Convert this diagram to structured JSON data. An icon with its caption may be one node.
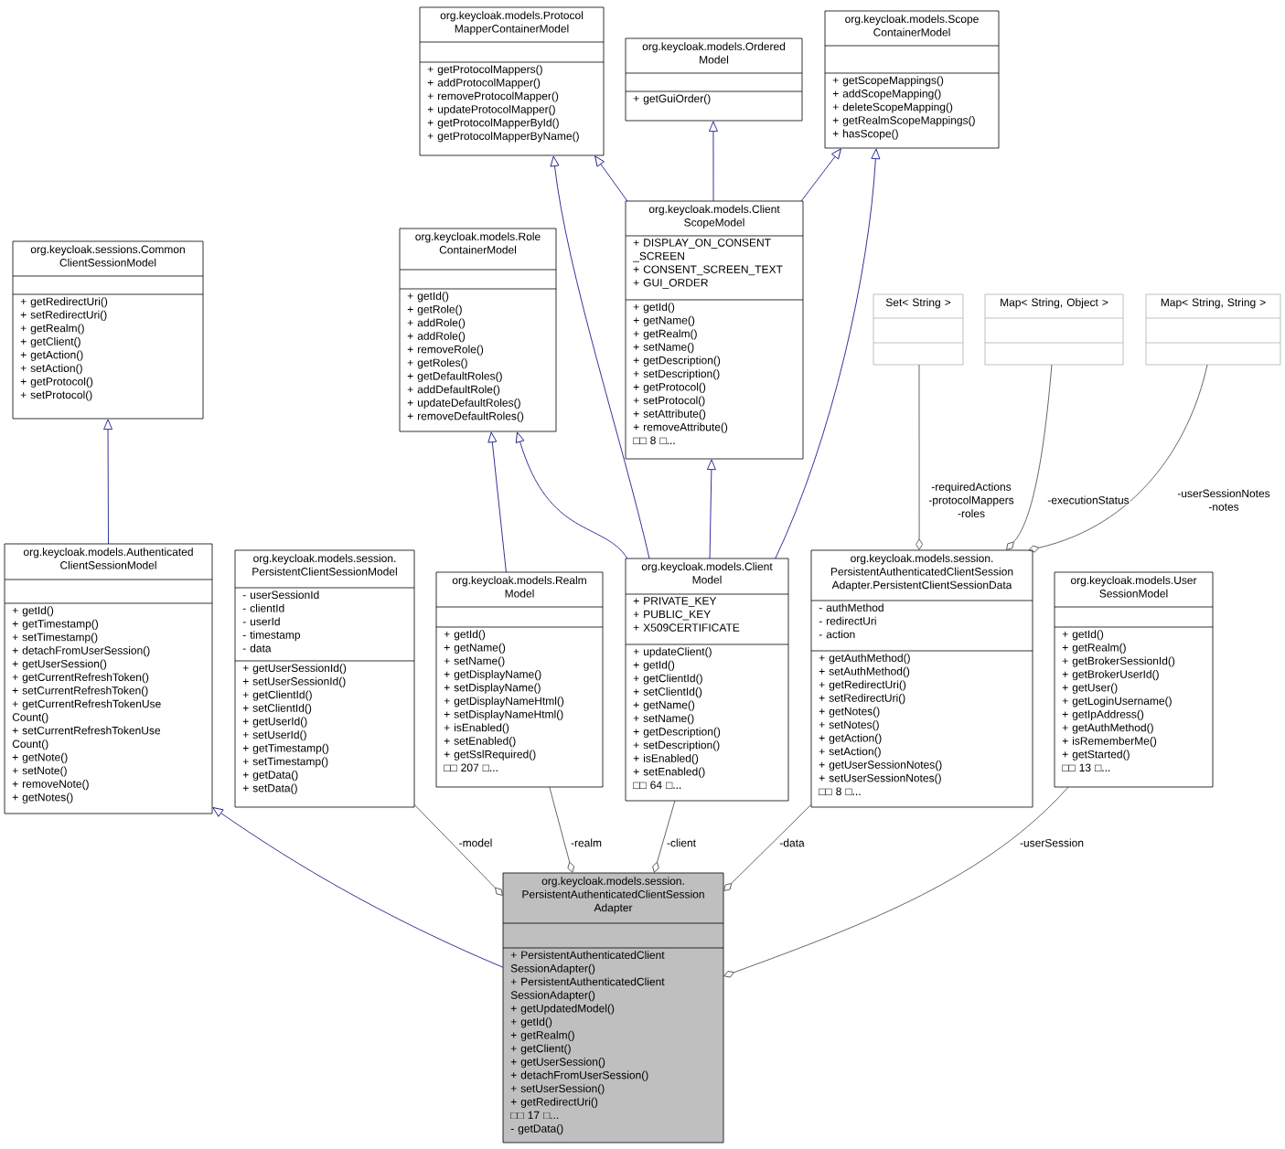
{
  "diagram": {
    "nodes": [
      {
        "text": [
          "org.keycloak.models.Protocol MapperContainerModel",
          "+ getProtocolMappers()",
          "+ addProtocolMapper()",
          "+ removeProtocolMapper()",
          "+ updateProtocolMapper()",
          "+ getProtocolMapperById()",
          "+ getProtocolMapperByName()"
        ]
      },
      {
        "text": [
          "org.keycloak.models.Ordered Model",
          "+ getGuiOrder()"
        ]
      },
      {
        "text": [
          "org.keycloak.models.Scope ContainerModel",
          "+ getScopeMappings()",
          "+ addScopeMapping()",
          "+ deleteScopeMapping()",
          "+ getRealmScopeMappings()",
          "+ hasScope()"
        ]
      },
      {
        "text": [
          "org.keycloak.sessions.Common ClientSessionModel",
          "+ getRedirectUri()",
          "+ setRedirectUri()",
          "+ getRealm()",
          "+ getClient()",
          "+ getAction()",
          "+ setAction()",
          "+ getProtocol()",
          "+ setProtocol()"
        ]
      },
      {
        "text": [
          "org.keycloak.models.Role ContainerModel",
          "+ getId()",
          "+ getRole()",
          "+ addRole()",
          "+ addRole()",
          "+ removeRole()",
          "+ getRoles()",
          "+ getDefaultRoles()",
          "+ addDefaultRole()",
          "+ updateDefaultRoles()",
          "+ removeDefaultRoles()"
        ]
      },
      {
        "text": [
          "org.keycloak.models.Client ScopeModel",
          "+ DISPLAY_ON_CONSENT _SCREEN",
          "+ CONSENT_SCREEN_TEXT",
          "+ GUI_ORDER",
          "+ getId()",
          "+ getName()",
          "+ getRealm()",
          "+ setName()",
          "+ getDescription()",
          "+ setDescription()",
          "+ getProtocol()",
          "+ setProtocol()",
          "+ setAttribute()",
          "+ removeAttribute()",
          "□□ 8 □..."
        ]
      },
      {
        "text": [
          "Set< String >"
        ]
      },
      {
        "text": [
          "Map< String, Object >"
        ]
      },
      {
        "text": [
          "Map< String, String >"
        ]
      },
      {
        "text": [
          "org.keycloak.models.Authenticated ClientSessionModel",
          "+ getId()",
          "+ getTimestamp()",
          "+ setTimestamp()",
          "+ detachFromUserSession()",
          "+ getUserSession()",
          "+ getCurrentRefreshToken()",
          "+ setCurrentRefreshToken()",
          "+ getCurrentRefreshTokenUse Count()",
          "+ setCurrentRefreshTokenUse Count()",
          "+ getNote()",
          "+ setNote()",
          "+ removeNote()",
          "+ getNotes()"
        ]
      },
      {
        "text": [
          "org.keycloak.models.session. PersistentClientSessionModel",
          "- userSessionId",
          "- clientId",
          "- userId",
          "- timestamp",
          "- data",
          "+ getUserSessionId()",
          "+ setUserSessionId()",
          "+ getClientId()",
          "+ setClientId()",
          "+ getUserId()",
          "+ setUserId()",
          "+ getTimestamp()",
          "+ setTimestamp()",
          "+ getData()",
          "+ setData()"
        ]
      },
      {
        "text": [
          "org.keycloak.models.Realm Model",
          "+ getId()",
          "+ getName()",
          "+ setName()",
          "+ getDisplayName()",
          "+ setDisplayName()",
          "+ getDisplayNameHtml()",
          "+ setDisplayNameHtml()",
          "+ isEnabled()",
          "+ setEnabled()",
          "+ getSslRequired()",
          "□□ 207 □..."
        ]
      },
      {
        "text": [
          "org.keycloak.models.Client Model",
          "+ PRIVATE_KEY",
          "+ PUBLIC_KEY",
          "+ X509CERTIFICATE",
          "+ updateClient()",
          "+ getId()",
          "+ getClientId()",
          "+ setClientId()",
          "+ getName()",
          "+ setName()",
          "+ getDescription()",
          "+ setDescription()",
          "+ isEnabled()",
          "+ setEnabled()",
          "□□ 64 □..."
        ]
      },
      {
        "text": [
          "org.keycloak.models.session. PersistentAuthenticatedClientSession Adapter.PersistentClientSessionData",
          "- authMethod",
          "- redirectUri",
          "- action",
          "+ getAuthMethod()",
          "+ setAuthMethod()",
          "+ getRedirectUri()",
          "+ setRedirectUri()",
          "+ getNotes()",
          "+ setNotes()",
          "+ getAction()",
          "+ setAction()",
          "+ getUserSessionNotes()",
          "+ setUserSessionNotes()",
          "□□ 8 □..."
        ]
      },
      {
        "text": [
          "org.keycloak.models.User SessionModel",
          "+ getId()",
          "+ getRealm()",
          "+ getBrokerSessionId()",
          "+ getBrokerUserId()",
          "+ getUser()",
          "+ getLoginUsername()",
          "+ getIpAddress()",
          "+ getAuthMethod()",
          "+ isRememberMe()",
          "+ getStarted()",
          "□□ 13 □..."
        ]
      },
      {
        "text": [
          "org.keycloak.models.session. PersistentAuthenticatedClientSession Adapter",
          "+ PersistentAuthenticatedClient SessionAdapter()",
          "+ PersistentAuthenticatedClient SessionAdapter()",
          "+ getUpdatedModel()",
          "+ getId()",
          "+ getRealm()",
          "+ getClient()",
          "+ getUserSession()",
          "+ detachFromUserSession()",
          "+ setUserSession()",
          "+ getRedirectUri()",
          "□□ 17 □...",
          "- getData()"
        ]
      }
    ],
    "edges": [
      {
        "from": 9,
        "to": 3,
        "arrow": "to"
      },
      {
        "from": 15,
        "to": 9,
        "arrow": "to"
      },
      {
        "from": 5,
        "to": 0,
        "arrow": "to"
      },
      {
        "from": 5,
        "to": 1,
        "arrow": "to"
      },
      {
        "from": 5,
        "to": 2,
        "arrow": "to"
      },
      {
        "from": 12,
        "to": 0,
        "arrow": "to"
      },
      {
        "from": 12,
        "to": 4,
        "arrow": "to"
      },
      {
        "from": 12,
        "to": 5,
        "arrow": "to"
      },
      {
        "from": 12,
        "to": 2,
        "arrow": "to"
      },
      {
        "from": 11,
        "to": 4,
        "arrow": "to"
      },
      {
        "from": 10,
        "to": 15,
        "arrow": "other",
        "label": "-model",
        "color": "#404040"
      },
      {
        "from": 11,
        "to": 15,
        "arrow": "other",
        "label": "-realm",
        "color": "#404040"
      },
      {
        "from": 12,
        "to": 15,
        "arrow": "other",
        "label": "-client",
        "color": "#404040"
      },
      {
        "from": 13,
        "to": 15,
        "arrow": "other",
        "label": "-data",
        "color": "#404040"
      },
      {
        "from": 14,
        "to": 15,
        "arrow": "other",
        "label": "-userSession",
        "color": "#404040"
      },
      {
        "from": 6,
        "to": 13,
        "arrow": "other",
        "label": "-requiredActions -protocolMappers -roles",
        "color": "#404040"
      },
      {
        "from": 7,
        "to": 13,
        "arrow": "other",
        "label": "-executionStatus",
        "color": "#404040"
      },
      {
        "from": 8,
        "to": 13,
        "arrow": "other",
        "label": "-userSessionNotes -notes",
        "color": "#404040"
      }
    ]
  }
}
